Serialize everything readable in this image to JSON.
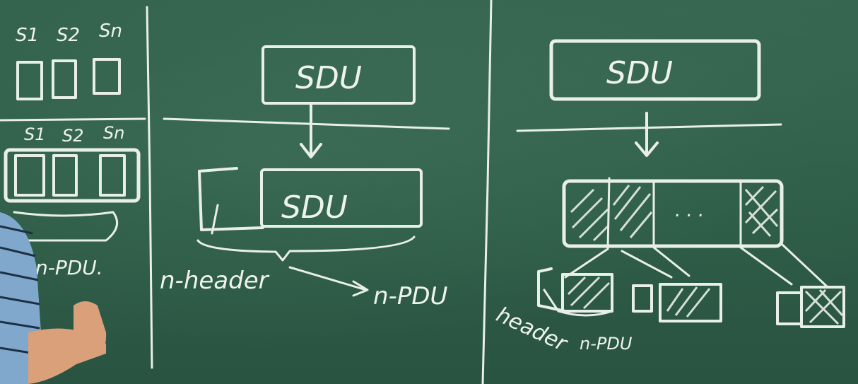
{
  "left_panel": {
    "labels_top": [
      "S1",
      "S2",
      "Sn"
    ],
    "labels_bottom": [
      "S1",
      "S2",
      "Sn"
    ],
    "caption": "n-PDU."
  },
  "middle_panel": {
    "top_box": "SDU",
    "bottom_box": "SDU",
    "header_label": "n-header",
    "pdu_label": "n-PDU"
  },
  "right_panel": {
    "top_box": "SDU",
    "ellipsis": ". . .",
    "header_label": "header",
    "pdu_label": "n-PDU"
  },
  "colors": {
    "board": "#2f5e49",
    "chalk": "#e8efe6",
    "shirt": "#7fa8cc",
    "skin": "#d9a07a"
  }
}
